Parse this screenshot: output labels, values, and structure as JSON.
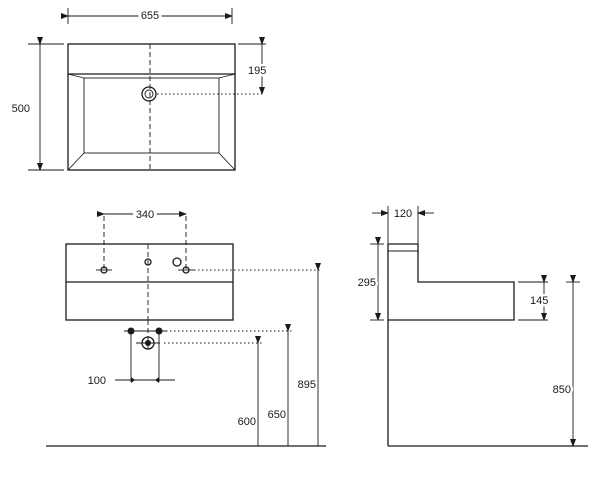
{
  "top_view": {
    "width": "655",
    "depth": "500",
    "tap_offset": "195"
  },
  "front_view": {
    "tap_spacing": "340",
    "waste_width": "100",
    "height_600": "600",
    "height_650": "650",
    "height_895": "895"
  },
  "side_view": {
    "thickness": "120",
    "height_295": "295",
    "height_145": "145",
    "height_850": "850"
  },
  "colors": {
    "line": "#1a1a1a",
    "background": "#ffffff"
  }
}
